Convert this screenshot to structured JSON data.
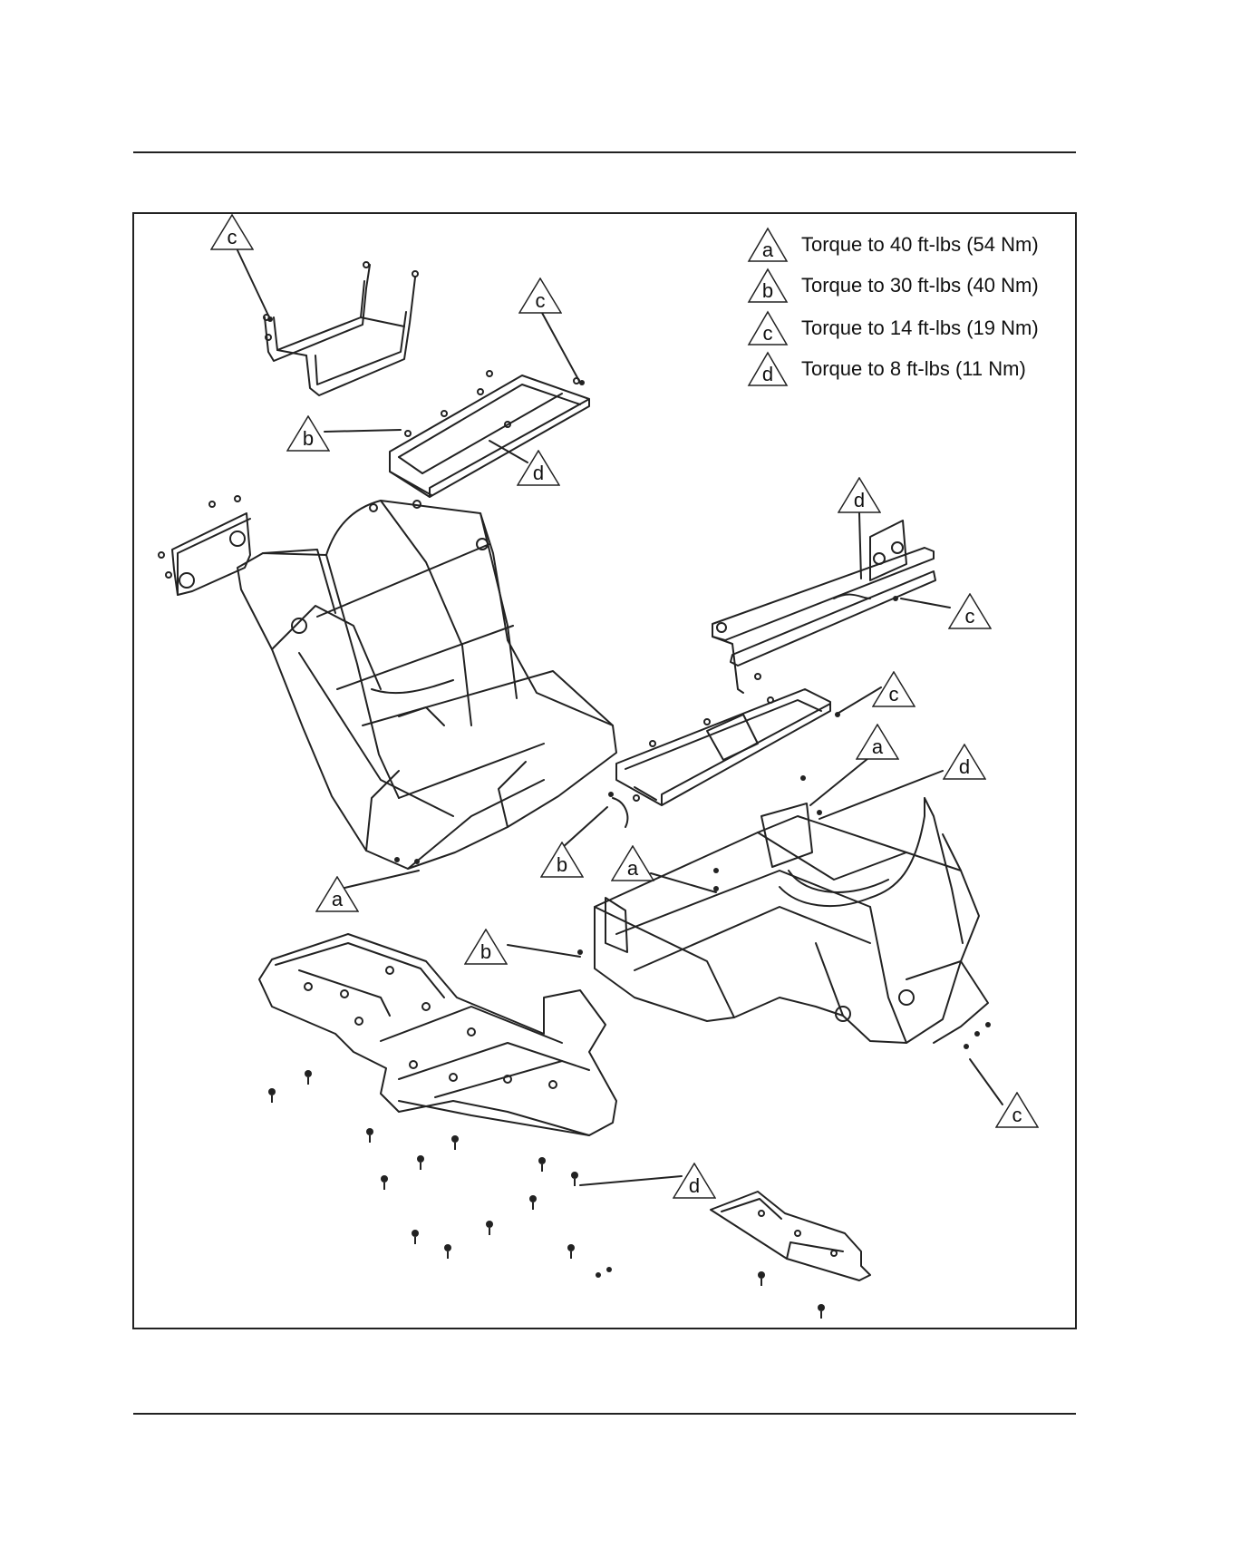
{
  "legend": [
    {
      "letter": "a",
      "text": "Torque to 40 ft-lbs (54 Nm)"
    },
    {
      "letter": "b",
      "text": "Torque to 30 ft-lbs (40 Nm)"
    },
    {
      "letter": "c",
      "text": "Torque to 14 ft-lbs (19 Nm)"
    },
    {
      "letter": "d",
      "text": "Torque to 8 ft-lbs (11 Nm)"
    }
  ],
  "callouts": [
    {
      "id": "c1",
      "letter": "c"
    },
    {
      "id": "c2",
      "letter": "c"
    },
    {
      "id": "b1",
      "letter": "b"
    },
    {
      "id": "d1",
      "letter": "d"
    },
    {
      "id": "d2",
      "letter": "d"
    },
    {
      "id": "c3",
      "letter": "c"
    },
    {
      "id": "c4",
      "letter": "c"
    },
    {
      "id": "a1",
      "letter": "a"
    },
    {
      "id": "d3",
      "letter": "d"
    },
    {
      "id": "b2",
      "letter": "b"
    },
    {
      "id": "a2",
      "letter": "a"
    },
    {
      "id": "a3",
      "letter": "a"
    },
    {
      "id": "b3",
      "letter": "b"
    },
    {
      "id": "c5",
      "letter": "c"
    },
    {
      "id": "d4",
      "letter": "d"
    }
  ]
}
